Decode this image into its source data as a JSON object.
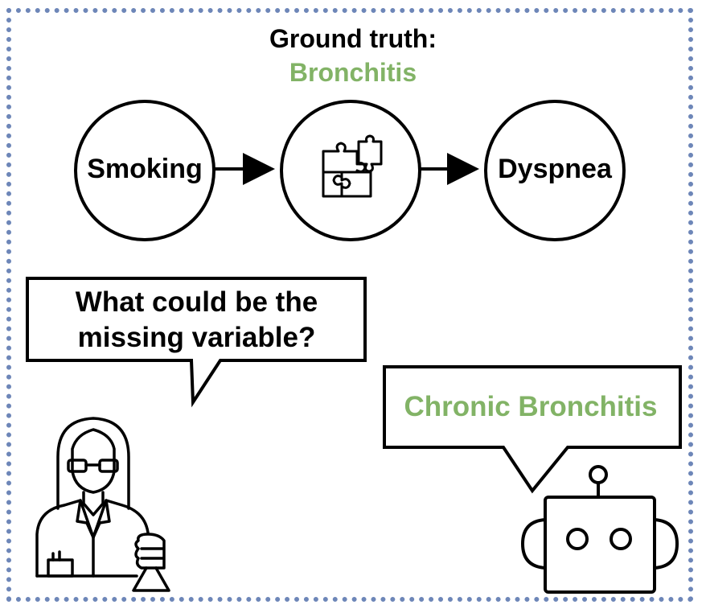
{
  "title": {
    "label": "Ground truth:",
    "answer": "Bronchitis"
  },
  "nodes": [
    {
      "label": "Smoking"
    },
    {
      "label": "",
      "icon": "puzzle-icon"
    },
    {
      "label": "Dyspnea"
    }
  ],
  "question_bubble": {
    "line1": "What could be the",
    "line2": "missing variable?"
  },
  "answer_bubble": {
    "text": "Chronic Bronchitis"
  },
  "colors": {
    "border": "#6d86b8",
    "answer": "#82b366",
    "stroke": "#000000"
  },
  "icons": [
    "scientist-icon",
    "robot-icon",
    "puzzle-icon"
  ]
}
